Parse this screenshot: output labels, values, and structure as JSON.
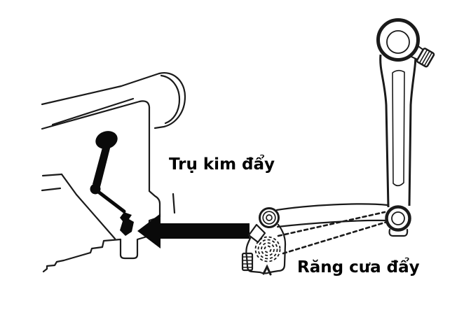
{
  "diagram": {
    "type": "technical-line-drawing",
    "subject": "sewing-machine-feed-mechanism",
    "background_color": "#ffffff",
    "line_color": "#1a1a1a",
    "arrow_color": "#0a0a0a",
    "labels": {
      "needle_bar": "Trụ kim đẩy",
      "feed_dog": "Răng cưa đẩy"
    }
  }
}
